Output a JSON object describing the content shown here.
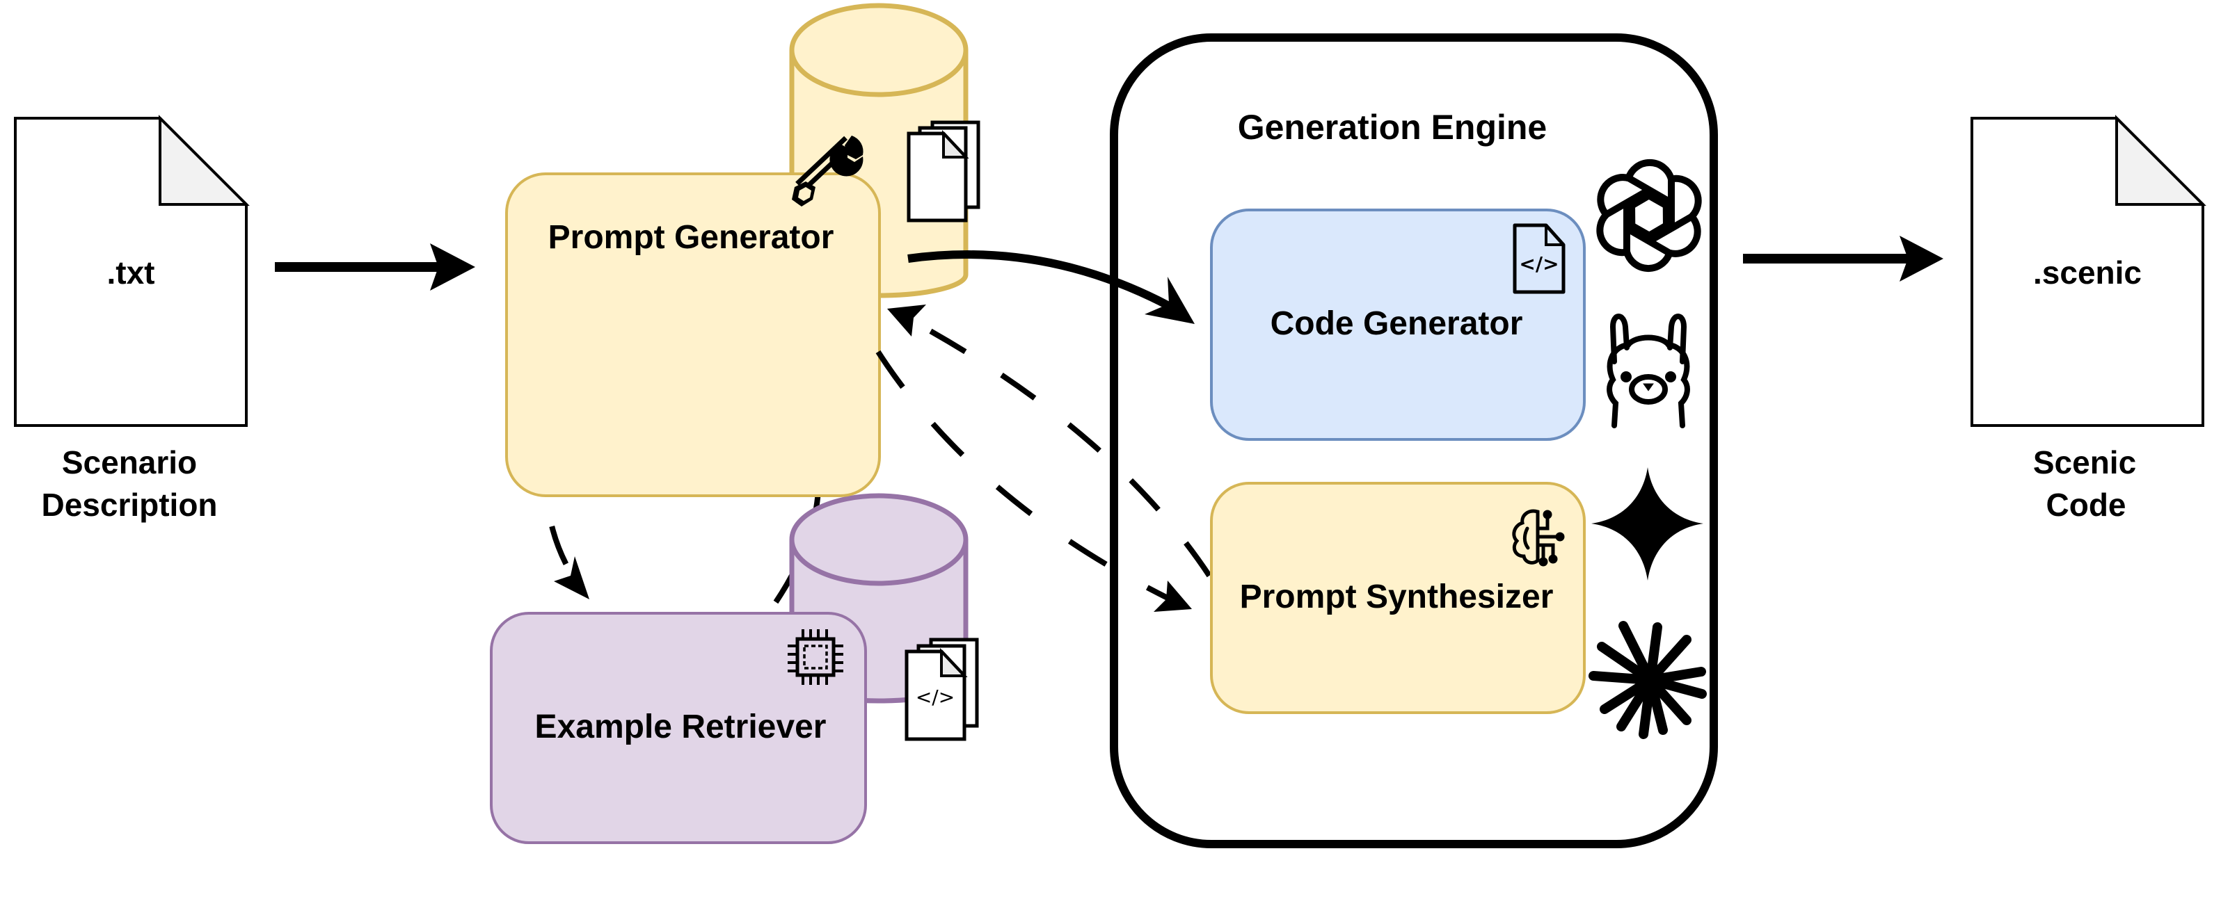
{
  "colors": {
    "yellow_fill": "#fff2cc",
    "yellow_stroke": "#d6b656",
    "blue_fill": "#dae8fc",
    "blue_stroke": "#6c8ebf",
    "purple_fill": "#e1d5e7",
    "purple_stroke": "#9673a6",
    "ink": "#000000",
    "fold_fill": "#f2f2f2"
  },
  "input_doc": {
    "extension": ".txt",
    "caption_line1": "Scenario",
    "caption_line2": "Description"
  },
  "output_doc": {
    "extension": ".scenic",
    "caption_line1": "Scenic",
    "caption_line2": "Code"
  },
  "prompt_generator": {
    "label": "Prompt Generator",
    "icon": "wrench-icon",
    "store_icon": "database-icon",
    "store_docs_icon": "documents-stack-icon"
  },
  "example_retriever": {
    "label": "Example Retriever",
    "icon": "chip-icon",
    "store_icon": "database-icon",
    "store_docs_icon": "code-documents-stack-icon",
    "store_docs_glyph": "</>"
  },
  "generation_engine": {
    "title": "Generation Engine",
    "code_generator": {
      "label": "Code Generator",
      "icon": "code-file-icon",
      "icon_glyph": "</>"
    },
    "prompt_synthesizer": {
      "label": "Prompt Synthesizer",
      "icon": "brain-circuit-icon"
    },
    "model_logos": [
      "openai-logo-icon",
      "llama-logo-icon",
      "gemini-logo-icon",
      "claude-logo-icon"
    ]
  },
  "edges": [
    {
      "from": "input_doc",
      "to": "prompt_generator",
      "style": "solid"
    },
    {
      "from": "prompt_generator",
      "to": "code_generator",
      "style": "solid"
    },
    {
      "from": "prompt_generator",
      "to": "example_retriever",
      "style": "dashed"
    },
    {
      "from": "example_retriever",
      "to": "prompt_generator",
      "style": "dashed"
    },
    {
      "from": "prompt_generator",
      "to": "prompt_synthesizer",
      "style": "dashed"
    },
    {
      "from": "prompt_synthesizer",
      "to": "prompt_generator",
      "style": "dashed"
    },
    {
      "from": "generation_engine",
      "to": "output_doc",
      "style": "solid"
    }
  ]
}
